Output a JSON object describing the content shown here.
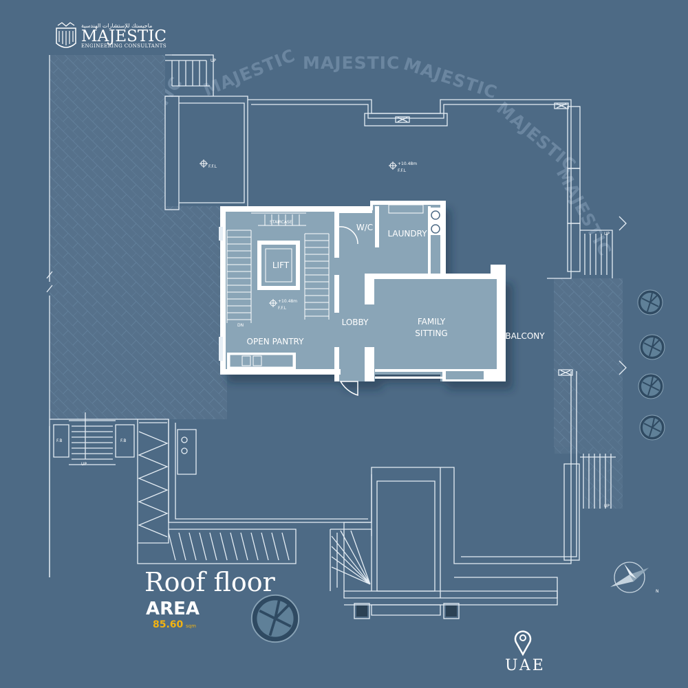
{
  "branding": {
    "arabic_name": "ماجيستك للإستشارات الهندسية",
    "name": "MAJESTIC",
    "subtitle": "ENGINEERING CONSULTANTS",
    "watermark": "MAJESTIC"
  },
  "rooms": {
    "staircase": "STAIRCASE",
    "lift": "LIFT",
    "wc": "W/C",
    "laundry": "LAUNDRY",
    "lobby": "LOBBY",
    "family_sitting_line1": "FAMILY",
    "family_sitting_line2": "SITTING",
    "open_pantry": "OPEN PANTRY",
    "balcony": "BALCONY"
  },
  "annotations": {
    "level": "+10.48m",
    "ffl": "F.F.L",
    "fb": "F.B",
    "up": "UP",
    "dn": "DN"
  },
  "floor": {
    "title": "Roof floor",
    "area_label": "AREA",
    "area_value": "85.60",
    "area_unit": "sqm"
  },
  "location": {
    "label": "UAE",
    "icon": "location-pin-icon"
  },
  "colors": {
    "background": "#4d6a85",
    "interior": "#8aa4b6",
    "accent": "#f2b311"
  }
}
